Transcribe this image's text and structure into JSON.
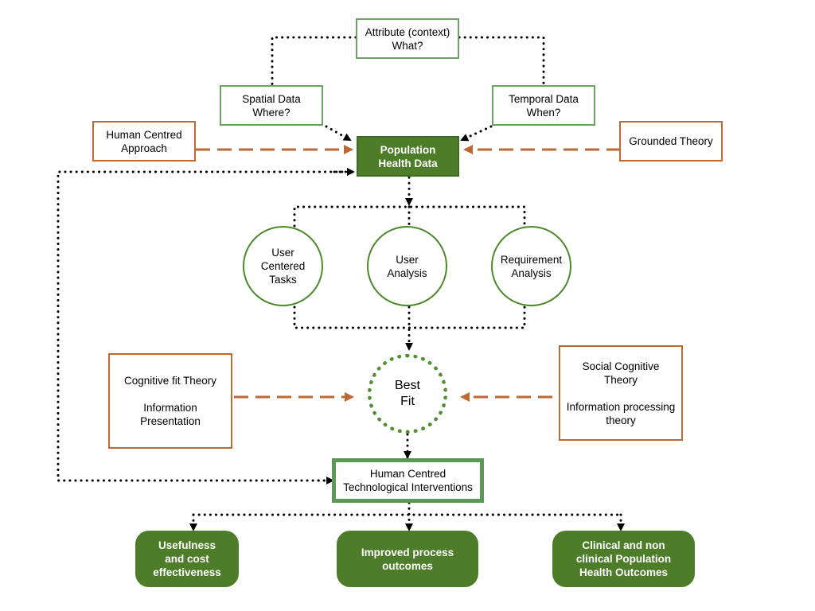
{
  "nodes": {
    "attribute": {
      "line1": "Attribute (context)",
      "line2": "What?"
    },
    "spatial": {
      "line1": "Spatial Data",
      "line2": "Where?"
    },
    "temporal": {
      "line1": "Temporal Data",
      "line2": "When?"
    },
    "human_centred_approach": {
      "line1": "Human Centred",
      "line2": "Approach"
    },
    "population_health_data": {
      "line1": "Population",
      "line2": "Health Data"
    },
    "grounded_theory": {
      "line1": "Grounded Theory"
    },
    "user_centered_tasks": {
      "line1": "User",
      "line2": "Centered",
      "line3": "Tasks"
    },
    "user_analysis": {
      "line1": "User",
      "line2": "Analysis"
    },
    "requirement_analysis": {
      "line1": "Requirement",
      "line2": "Analysis"
    },
    "cognitive_fit": {
      "line1": "Cognitive fit Theory",
      "line2": "Information",
      "line3": "Presentation"
    },
    "best_fit": {
      "line1": "Best",
      "line2": "Fit"
    },
    "social_cognitive": {
      "line1": "Social Cognitive",
      "line2": "Theory",
      "line3": "Information processing",
      "line4": "theory"
    },
    "interventions": {
      "line1": "Human Centred",
      "line2": "Technological Interventions"
    },
    "usefulness": {
      "line1": "Usefulness",
      "line2": "and cost",
      "line3": "effectiveness"
    },
    "improved_process": {
      "line1": "Improved process",
      "line2": "outcomes"
    },
    "clinical_outcomes": {
      "line1": "Clinical and non",
      "line2": "clinical Population",
      "line3": "Health Outcomes"
    }
  },
  "colors": {
    "green_border": "#6aa361",
    "green_fill": "#4d7d29",
    "orange_border": "#bb6a36",
    "dotted_connector": "#000000",
    "dashed_arrow": "#bb6a36"
  }
}
